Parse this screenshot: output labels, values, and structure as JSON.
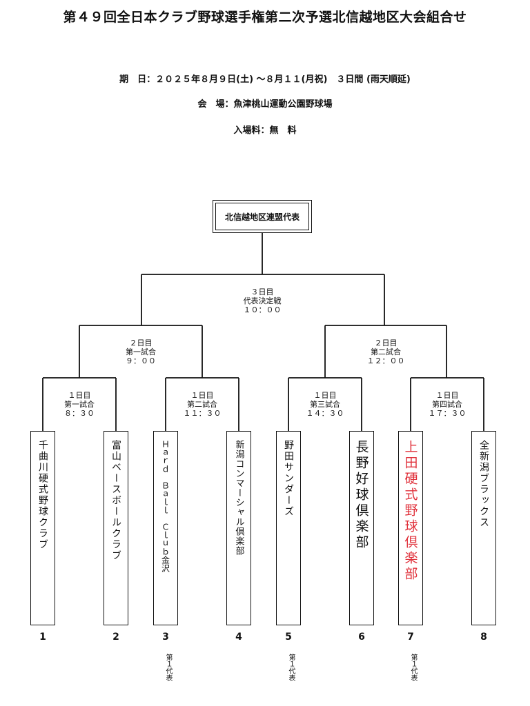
{
  "title": "第４９回全日本クラブ野球選手権第二次予選北信越地区大会組合せ",
  "info": {
    "date": "期　日：２０２５年８月９日(土) ～８月１１(月祝)　３日間 (雨天順延)",
    "venue": "会　場：魚津桃山運動公園野球場",
    "fee": "入場料：無　料"
  },
  "champion": "北信越地区連盟代表",
  "final": {
    "day": "３日目",
    "name": "代表決定戦",
    "time": "１０：００"
  },
  "semis": [
    {
      "day": "２日目",
      "name": "第一試合",
      "time": "９：００"
    },
    {
      "day": "２日目",
      "name": "第二試合",
      "time": "１２：００"
    }
  ],
  "firsts": [
    {
      "day": "１日目",
      "name": "第一試合",
      "time": "８：３０"
    },
    {
      "day": "１日目",
      "name": "第二試合",
      "time": "１１：３０"
    },
    {
      "day": "１日目",
      "name": "第三試合",
      "time": "１４：３０"
    },
    {
      "day": "１日目",
      "name": "第四試合",
      "time": "１７：３０"
    }
  ],
  "teams": [
    {
      "name": "千曲川硬式野球クラブ",
      "number": "1"
    },
    {
      "name": "富山ベースボールクラブ",
      "number": "2"
    },
    {
      "name": "Ｈａｒｄ　Ｂａｌｌ　Ｃｌｕｂ金沢",
      "number": "3"
    },
    {
      "name": "新潟コンマーシャル倶楽部",
      "number": "4"
    },
    {
      "name": "野田サンダーズ",
      "number": "5"
    },
    {
      "name": "長野好球倶楽部",
      "number": "6"
    },
    {
      "name": "上田硬式野球倶楽部",
      "number": "7"
    },
    {
      "name": "全新潟ブラックス",
      "number": "8"
    }
  ],
  "representative_note": "第１代表",
  "colors": {
    "highlight": "#e0313b",
    "line": "#111111"
  }
}
